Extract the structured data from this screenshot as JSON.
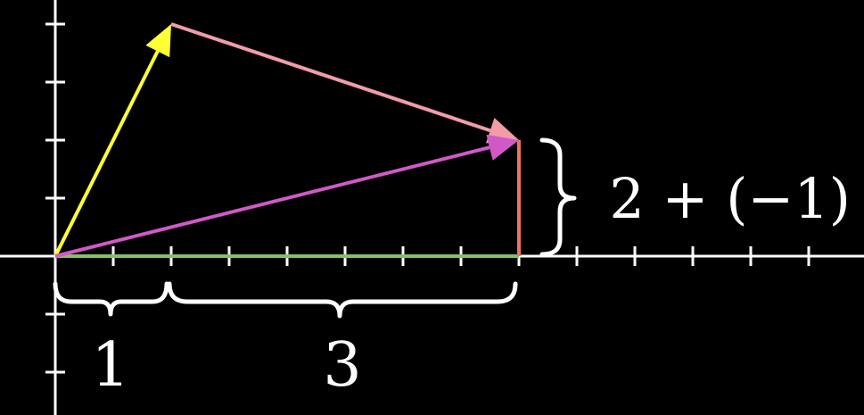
{
  "colors": {
    "background": "#000000",
    "axes": "#ffffff",
    "vector_first": "#ffff33",
    "vector_second": "#f29ca8",
    "vector_sum": "#d159c7",
    "x_component": "#83c167",
    "y_component": "#f07260",
    "braces": "#ffffff"
  },
  "vectors": {
    "first": {
      "from": [
        0,
        0
      ],
      "to": [
        2,
        4
      ]
    },
    "second": {
      "from": [
        2,
        4
      ],
      "to": [
        8,
        2
      ]
    },
    "sum": {
      "from": [
        0,
        0
      ],
      "to": [
        8,
        2
      ]
    }
  },
  "components": {
    "x": {
      "from": [
        0,
        0
      ],
      "to": [
        8,
        0
      ]
    },
    "y": {
      "from": [
        8,
        0
      ],
      "to": [
        8,
        2
      ]
    }
  },
  "labels": {
    "bottom_left": "1",
    "bottom_right": "3",
    "right_expression": "2 + (−1)"
  }
}
